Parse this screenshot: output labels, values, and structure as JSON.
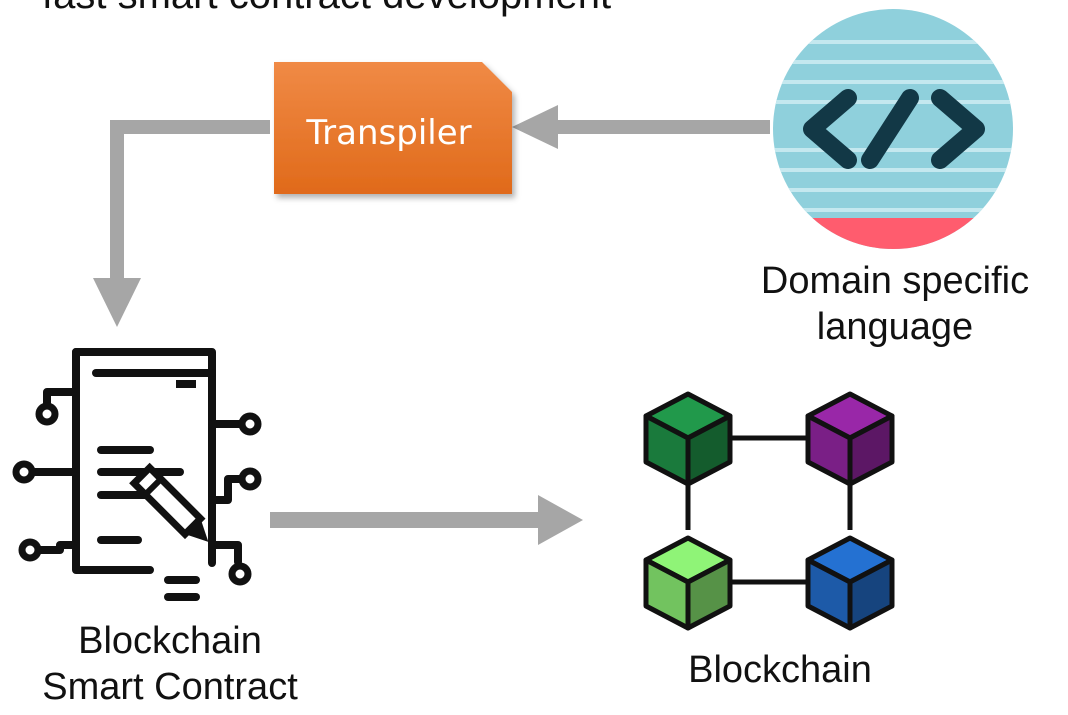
{
  "title": "fast smart contract development",
  "transpiler": {
    "label": "Transpiler"
  },
  "dsl": {
    "label_line1": "Domain specific",
    "label_line2": "language",
    "icon": "code-icon"
  },
  "smart_contract": {
    "label_line1": "Blockchain",
    "label_line2": "Smart Contract",
    "icon": "contract-document-icon"
  },
  "blockchain": {
    "label": "Blockchain",
    "icon": "blockchain-cubes-icon",
    "block_colors": [
      "#1a7a3c",
      "#7a1f86",
      "#72c35f",
      "#1d5aa8"
    ]
  },
  "colors": {
    "arrow": "#a6a6a6",
    "transpiler_top": "#f08a46",
    "transpiler_bottom": "#e06a1a",
    "dsl_bg": "#8fd0dc",
    "dsl_stripe": "#c4e8ef",
    "dsl_bottom": "#ff5c6e",
    "dsl_code": "#123846"
  }
}
